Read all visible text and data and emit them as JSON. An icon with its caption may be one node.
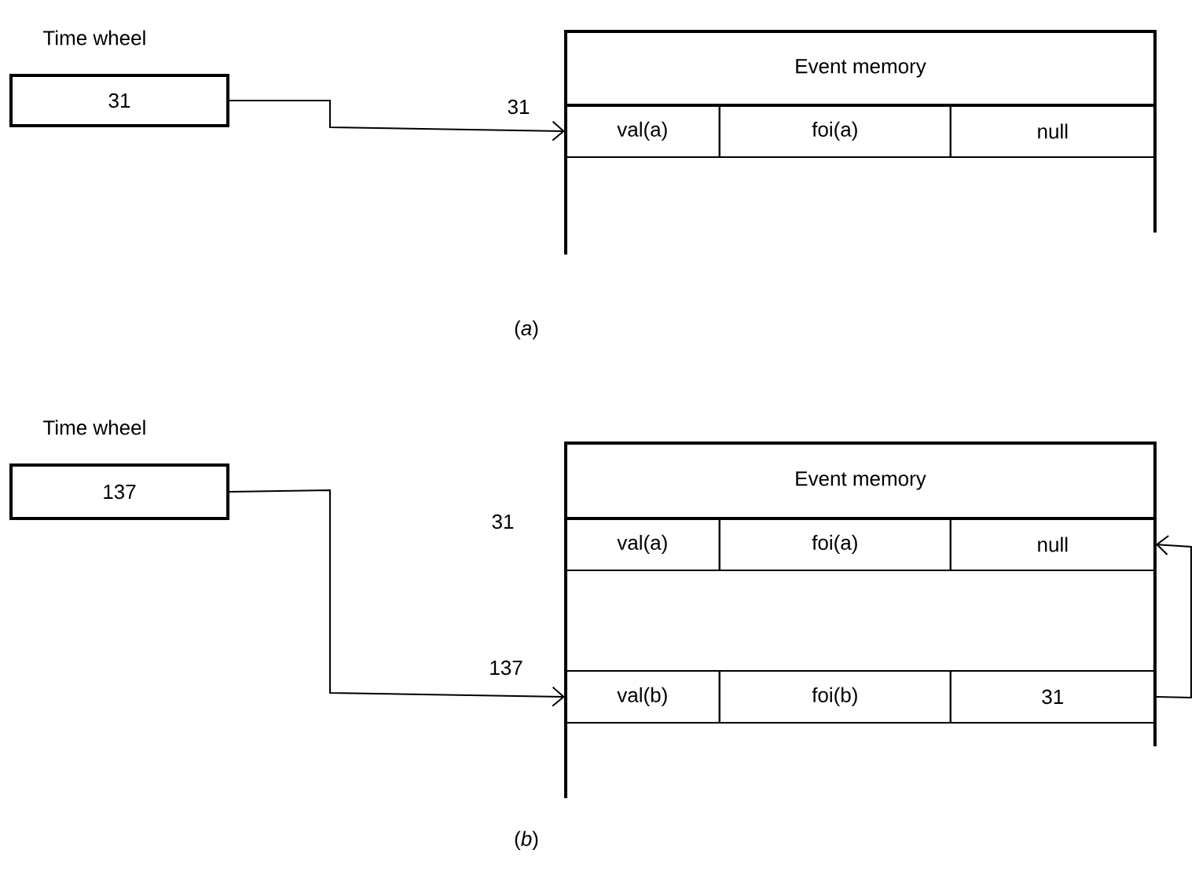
{
  "diagram": {
    "nodes": [
      {
        "text": [
          "31"
        ],
        "beside": [
          "Time wheel"
        ]
      },
      {
        "text": [
          "Event memory"
        ]
      },
      {
        "text": [
          "val(a)"
        ],
        "in": 1
      },
      {
        "text": [
          "foi(a)"
        ],
        "in": 1
      },
      {
        "text": [
          "null"
        ],
        "in": 1
      },
      {
        "text": [
          "137"
        ],
        "beside": [
          "Time wheel"
        ]
      },
      {
        "text": [
          "Event memory"
        ]
      },
      {
        "text": [
          "val(a)"
        ],
        "in": 6
      },
      {
        "text": [
          "foi(a)"
        ],
        "in": 6
      },
      {
        "text": [
          "null"
        ],
        "in": 6
      },
      {
        "text": [
          "val(b)"
        ],
        "in": 6
      },
      {
        "text": [
          "foi(b)"
        ],
        "in": 6
      },
      {
        "text": [
          "31"
        ],
        "in": 6
      }
    ],
    "edges": [
      {
        "from": 0,
        "to": 2,
        "arrow": "to",
        "label": "31"
      },
      {
        "from": 5,
        "to": 10,
        "arrow": "to",
        "label": "137"
      },
      {
        "from": 12,
        "to": 9,
        "arrow": "to"
      }
    ],
    "labels": [
      "(*a*)",
      "31",
      "(*b*)"
    ]
  }
}
